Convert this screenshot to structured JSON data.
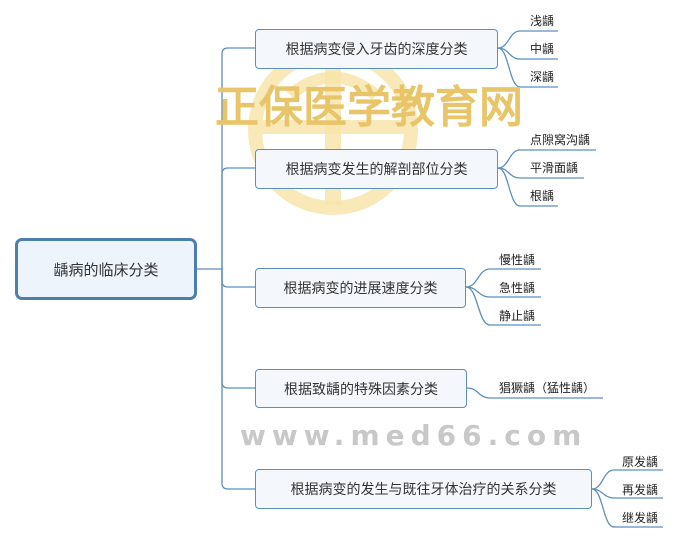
{
  "watermark": {
    "brand": "正保医学教育网",
    "url": "www.med66.com"
  },
  "root": {
    "label": "龋病的临床分类"
  },
  "branches": [
    {
      "label": "根据病变侵入牙齿的深度分类",
      "leaves": [
        "浅龋",
        "中龋",
        "深龋"
      ]
    },
    {
      "label": "根据病变发生的解剖部位分类",
      "leaves": [
        "点隙窝沟龋",
        "平滑面龋",
        "根龋"
      ]
    },
    {
      "label": "根据病变的进展速度分类",
      "leaves": [
        "慢性龋",
        "急性龋",
        "静止龋"
      ]
    },
    {
      "label": "根据致龋的特殊因素分类",
      "leaves": [
        "猖獗龋（猛性龋）"
      ]
    },
    {
      "label": "根据病变的发生与既往牙体治疗的关系分类",
      "leaves": [
        "原发龋",
        "再发龋",
        "继发龋"
      ]
    }
  ],
  "colors": {
    "line": "#5b8fbf",
    "box_fill": "#f4f8fd",
    "watermark_logo": "#f5d98a"
  }
}
